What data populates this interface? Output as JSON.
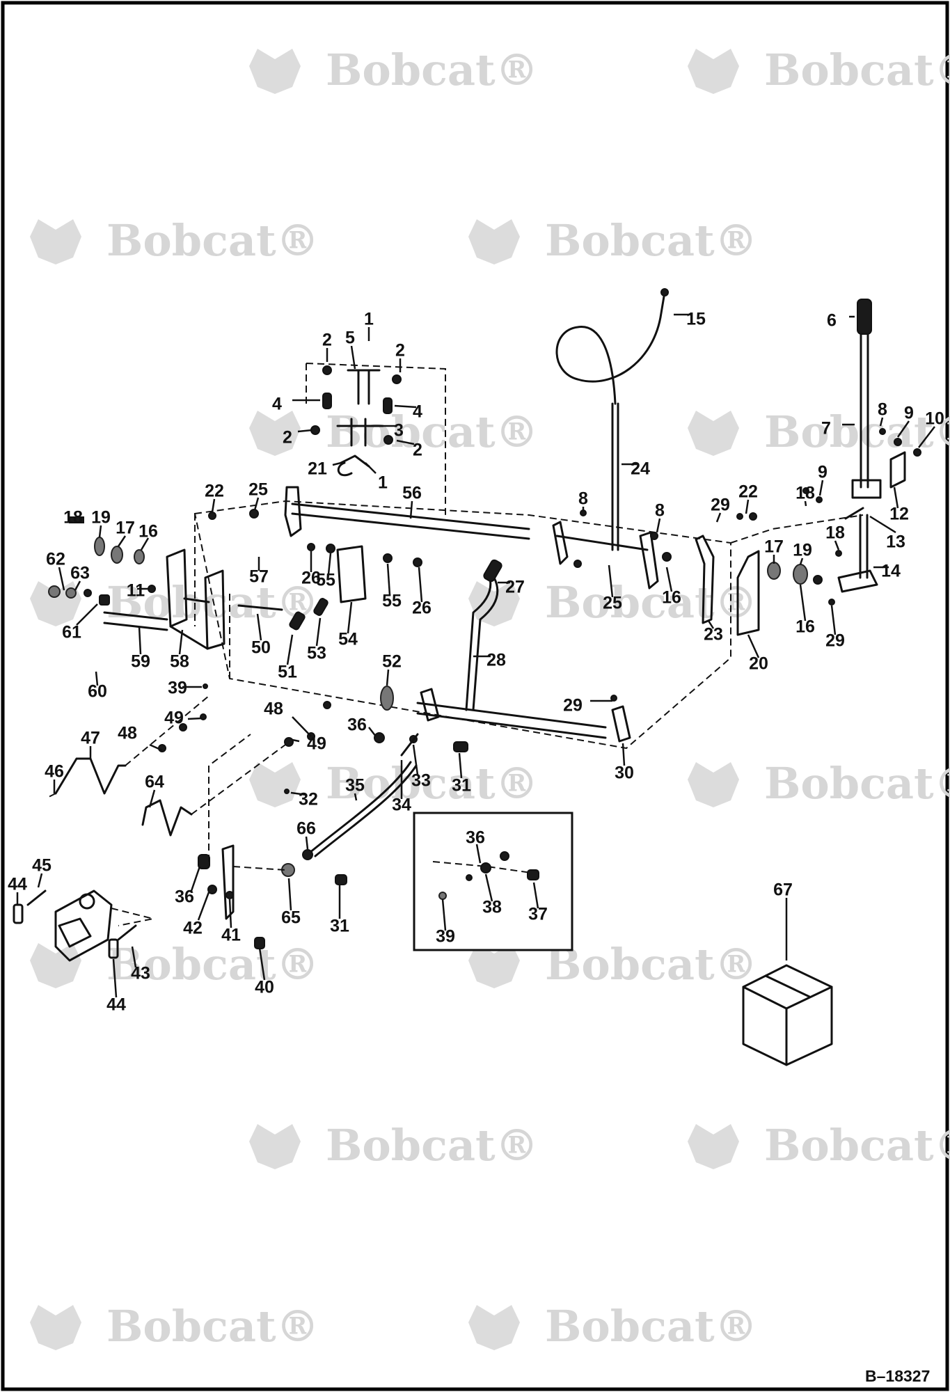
{
  "watermark": {
    "brand": "Bobcat",
    "mark": "®"
  },
  "document": {
    "id": "B–18327"
  },
  "callouts": [
    "1",
    "2",
    "3",
    "4",
    "5",
    "6",
    "7",
    "8",
    "9",
    "10",
    "11",
    "12",
    "13",
    "14",
    "15",
    "16",
    "17",
    "18",
    "19",
    "20",
    "21",
    "22",
    "23",
    "24",
    "25",
    "26",
    "27",
    "28",
    "29",
    "30",
    "31",
    "32",
    "33",
    "34",
    "35",
    "36",
    "37",
    "38",
    "39",
    "40",
    "41",
    "42",
    "43",
    "44",
    "45",
    "46",
    "47",
    "48",
    "49",
    "50",
    "51",
    "52",
    "53",
    "54",
    "55",
    "56",
    "57",
    "58",
    "59",
    "60",
    "61",
    "62",
    "63",
    "64",
    "65",
    "66",
    "67"
  ]
}
